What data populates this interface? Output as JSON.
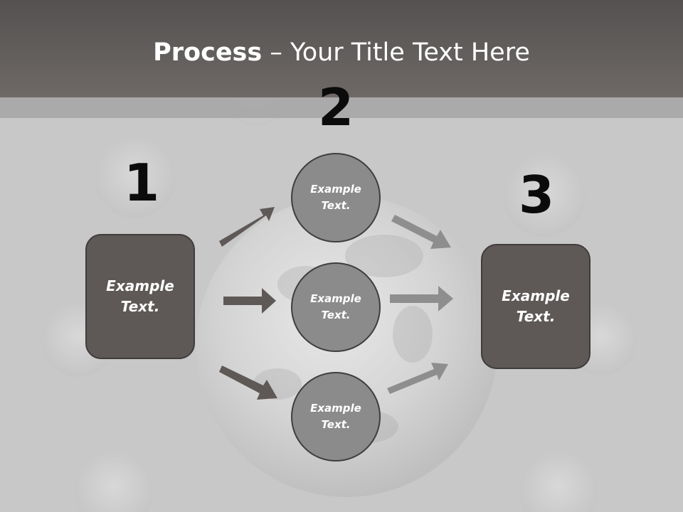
{
  "slide": {
    "title_bold": "Process",
    "title_rest": " – Your Title Text Here"
  },
  "steps": {
    "one": "1",
    "two": "2",
    "three": "3"
  },
  "left_box": {
    "text_line1": "Example",
    "text_line2": "Text."
  },
  "right_box": {
    "text_line1": "Example",
    "text_line2": "Text."
  },
  "circles": [
    {
      "text_line1": "Example",
      "text_line2": "Text."
    },
    {
      "text_line1": "Example",
      "text_line2": "Text."
    },
    {
      "text_line1": "Example",
      "text_line2": "Text."
    }
  ],
  "colors": {
    "header": "#5c5857",
    "box_fill": "#5e5957",
    "circle_fill": "#8b8b8b",
    "arrow_dark": "#5e5957",
    "arrow_light": "#8e8e8e",
    "background": "#c8c8c8"
  }
}
